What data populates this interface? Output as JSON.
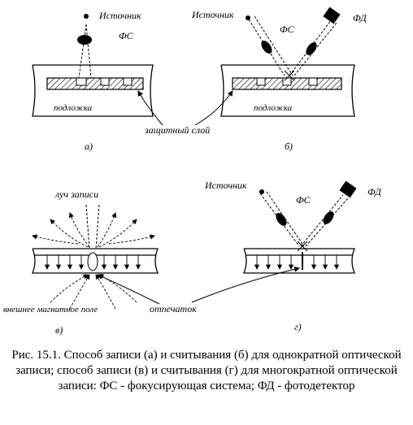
{
  "labels": {
    "source": "Источник",
    "fs": "ФС",
    "fd": "ФД",
    "substrate": "подложка",
    "protective_layer": "защитный слой",
    "write_beam": "луч записи",
    "magnetic_field": "внешнее магнитное поле",
    "imprint": "отпечаток"
  },
  "panels": {
    "a": "а)",
    "b": "б)",
    "v": "в)",
    "g": "г)"
  },
  "caption": "Рис. 15.1. Способ записи (а) и считывания (б) для однократной оптической записи; способ записи (в) и считывания (г) для многократной оптической записи: ФС - фокусирующая система; ФД - фотодетектор"
}
